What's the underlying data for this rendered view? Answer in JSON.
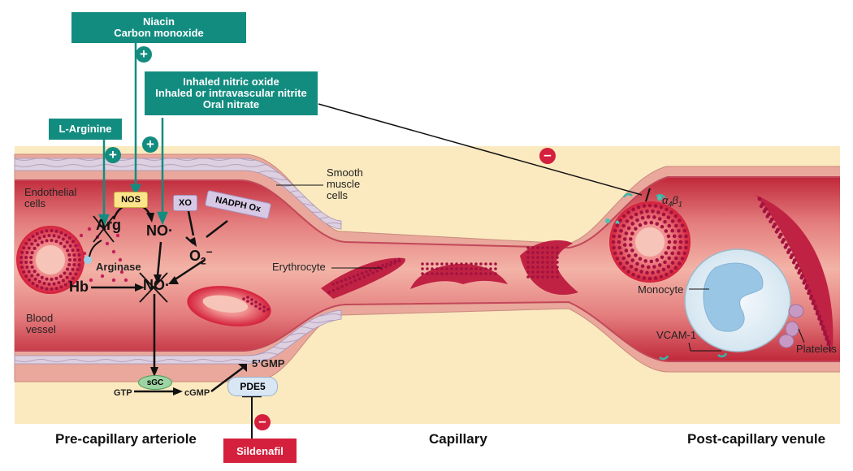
{
  "boxes": {
    "niacin": {
      "line1": "Niacin",
      "line2": "Carbon monoxide"
    },
    "inhaled": {
      "line1": "Inhaled nitric oxide",
      "line2": "Inhaled or intravascular nitrite",
      "line3": "Oral nitrate"
    },
    "larginine": "L-Arginine",
    "sildenafil": "Sildenafil"
  },
  "enzymes": {
    "nos": "NOS",
    "xo": "XO",
    "nadph": "NADPH Ox",
    "sgc": "sGC",
    "pde5": "PDE5"
  },
  "molecules": {
    "arg": "Arg",
    "no": "NO·",
    "no2": "NO·",
    "o2": "O",
    "o2_sub": "2",
    "o2_sup": "–",
    "hb": "Hb",
    "arginase": "Arginase",
    "gtp": "GTP",
    "cgmp": "cGMP",
    "gmp": "5’GMP"
  },
  "labels": {
    "endothelial": "Endothelial cells",
    "blood_vessel": "Blood vessel",
    "smooth_muscle": "Smooth muscle cells",
    "erythrocyte": "Erythrocyte",
    "monocyte": "Monocyte",
    "vcam": "VCAM-1",
    "platelets": "Platelets",
    "integrin_alpha": "α",
    "integrin_a_sub": "4",
    "integrin_beta": "β",
    "integrin_b_sub": "1"
  },
  "signs": {
    "plus": "+",
    "minus": "–"
  },
  "sections": {
    "pre": "Pre-capillary arteriole",
    "cap": "Capillary",
    "post": "Post-capillary venule"
  },
  "colors": {
    "teal": "#138c80",
    "red": "#d41f3d",
    "background": "#fbe9bf",
    "vessel": "#e5787c",
    "dots": "#a2123f"
  }
}
